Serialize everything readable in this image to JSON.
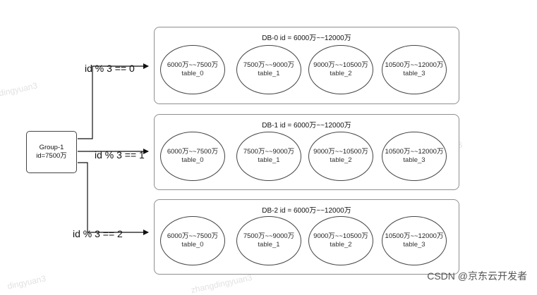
{
  "group": {
    "line1": "Group-1",
    "line2": "id=7500万"
  },
  "databases": [
    {
      "title": "DB-0   id = 6000万~~12000万",
      "route": "id % 3 == 0",
      "tables": [
        {
          "range": "6000万~~7500万",
          "name": "table_0"
        },
        {
          "range": "7500万~~9000万",
          "name": "table_1"
        },
        {
          "range": "9000万~~10500万",
          "name": "table_2"
        },
        {
          "range": "10500万~~12000万",
          "name": "table_3"
        }
      ]
    },
    {
      "title": "DB-1   id = 6000万~~12000万",
      "route": "id % 3 == 1",
      "tables": [
        {
          "range": "6000万~~7500万",
          "name": "table_0"
        },
        {
          "range": "7500万~~9000万",
          "name": "table_1"
        },
        {
          "range": "9000万~~10500万",
          "name": "table_2"
        },
        {
          "range": "10500万~~12000万",
          "name": "table_3"
        }
      ]
    },
    {
      "title": "DB-2   id = 6000万~~12000万",
      "route": "id % 3 == 2",
      "tables": [
        {
          "range": "6000万~~7500万",
          "name": "table_0"
        },
        {
          "range": "7500万~~9000万",
          "name": "table_1"
        },
        {
          "range": "9000万~~10500万",
          "name": "table_2"
        },
        {
          "range": "10500万~~12000万",
          "name": "table_3"
        }
      ]
    }
  ],
  "watermarks": [
    "dingyuan3",
    "zhangdingyuan3",
    "zhangdingyuan3",
    "dingyuan3",
    "zhangdingyuan3",
    "dingyuan3",
    "zhangdingyuan3"
  ],
  "credit": "CSDN @京东云开发者",
  "colors": {
    "stroke": "#444444",
    "border": "#8f8f8f",
    "text": "#111111"
  }
}
